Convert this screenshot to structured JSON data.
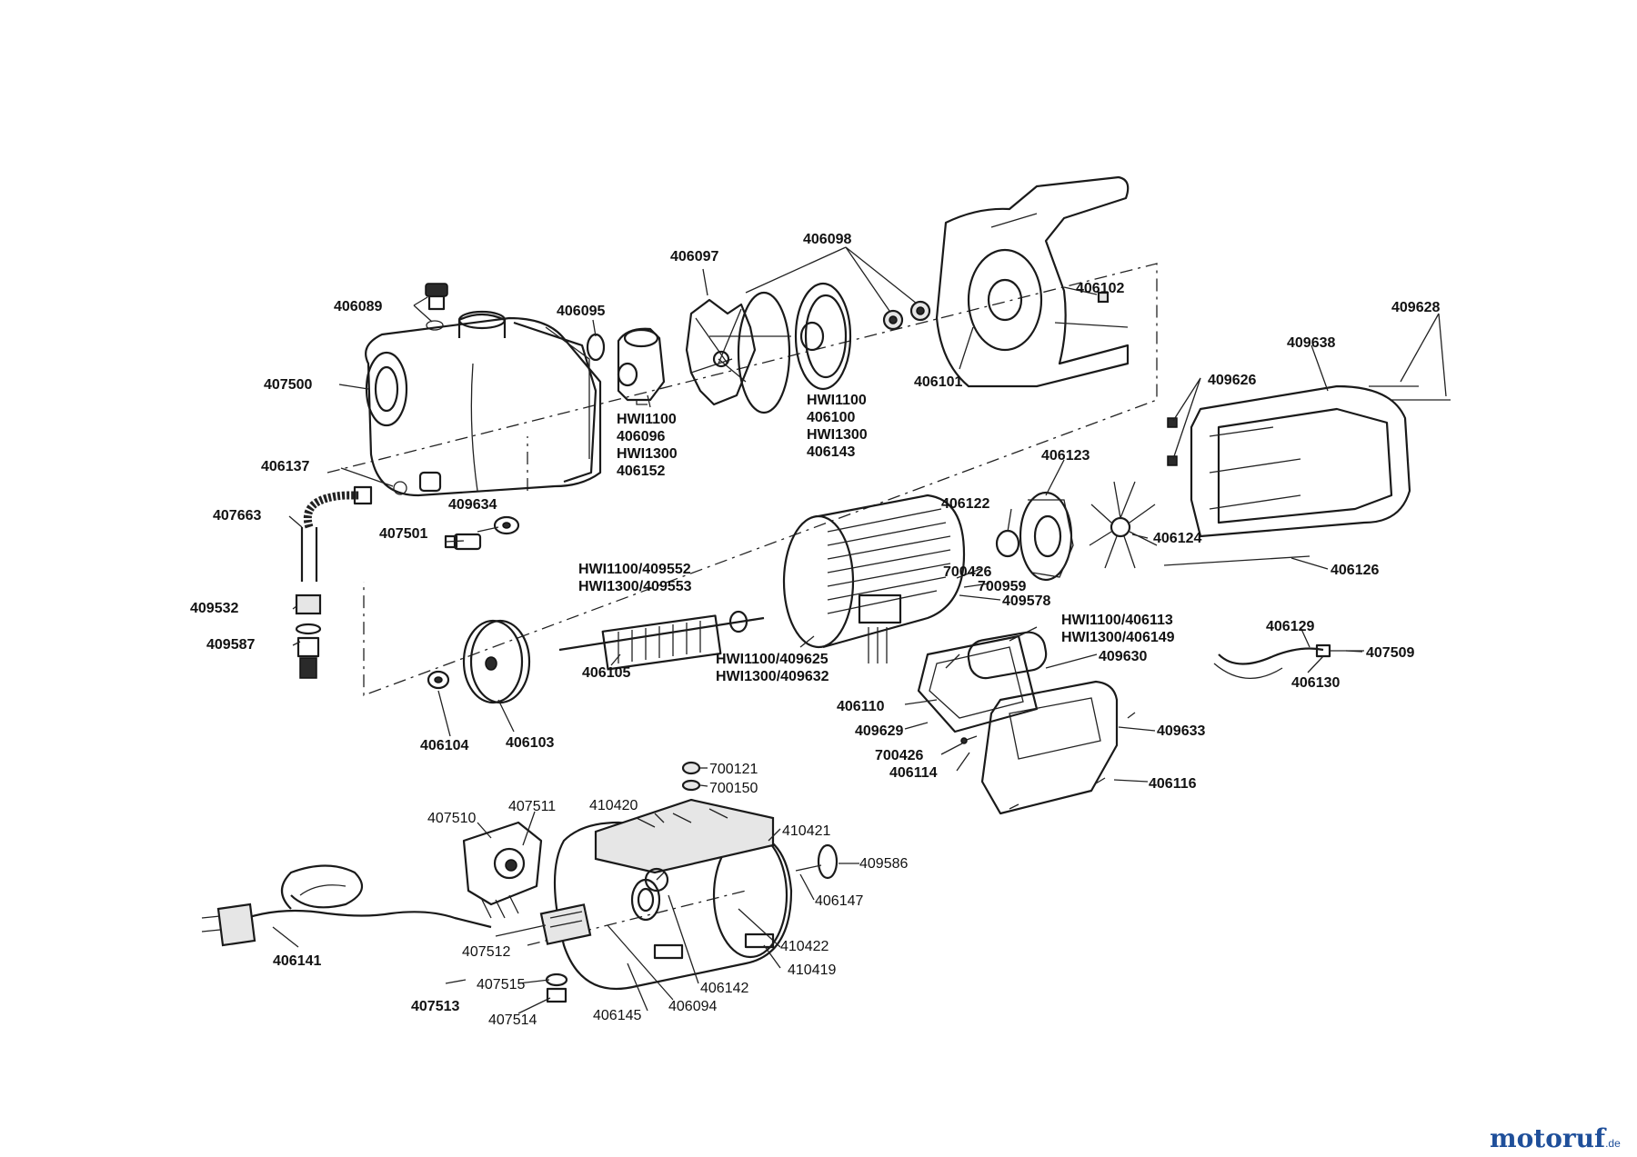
{
  "diagram": {
    "labels": [
      {
        "id": "406089",
        "text": "406089",
        "bold": true
      },
      {
        "id": "407500",
        "text": "407500",
        "bold": true
      },
      {
        "id": "406095",
        "text": "406095",
        "bold": true
      },
      {
        "id": "406097",
        "text": "406097",
        "bold": true
      },
      {
        "id": "406098",
        "text": "406098",
        "bold": true
      },
      {
        "id": "406102",
        "text": "406102",
        "bold": true
      },
      {
        "id": "406101",
        "text": "406101",
        "bold": true
      },
      {
        "id": "409628",
        "text": "409628",
        "bold": true
      },
      {
        "id": "409638",
        "text": "409638",
        "bold": true
      },
      {
        "id": "409626",
        "text": "409626",
        "bold": true
      },
      {
        "id": "hwi1100a",
        "text": "HWI1100",
        "bold": true
      },
      {
        "id": "406096",
        "text": "406096",
        "bold": true
      },
      {
        "id": "hwi1300a",
        "text": "HWI1300",
        "bold": true
      },
      {
        "id": "406152",
        "text": "406152",
        "bold": true
      },
      {
        "id": "hwi1100b",
        "text": "HWI1100",
        "bold": true
      },
      {
        "id": "406100",
        "text": "406100",
        "bold": true
      },
      {
        "id": "hwi1300b",
        "text": "HWI1300",
        "bold": true
      },
      {
        "id": "406143",
        "text": "406143",
        "bold": true
      },
      {
        "id": "406137",
        "text": "406137",
        "bold": true
      },
      {
        "id": "407663",
        "text": "407663",
        "bold": true
      },
      {
        "id": "409634",
        "text": "409634",
        "bold": true
      },
      {
        "id": "407501",
        "text": "407501",
        "bold": true
      },
      {
        "id": "406123",
        "text": "406123",
        "bold": true
      },
      {
        "id": "406122",
        "text": "406122",
        "bold": true
      },
      {
        "id": "406124",
        "text": "406124",
        "bold": true
      },
      {
        "id": "406126",
        "text": "406126",
        "bold": true
      },
      {
        "id": "hwi1100_409552",
        "text": "HWI1100/409552",
        "bold": true
      },
      {
        "id": "hwi1300_409553",
        "text": "HWI1300/409553",
        "bold": true
      },
      {
        "id": "700426a",
        "text": "700426",
        "bold": true
      },
      {
        "id": "700959",
        "text": "700959",
        "bold": true
      },
      {
        "id": "409578",
        "text": "409578",
        "bold": true
      },
      {
        "id": "409532",
        "text": "409532",
        "bold": true
      },
      {
        "id": "409587",
        "text": "409587",
        "bold": true
      },
      {
        "id": "hwi1100_406113",
        "text": "HWI1100/406113",
        "bold": true
      },
      {
        "id": "hwi1300_406149",
        "text": "HWI1300/406149",
        "bold": true
      },
      {
        "id": "406129",
        "text": "406129",
        "bold": true
      },
      {
        "id": "409630",
        "text": "409630",
        "bold": true
      },
      {
        "id": "407509",
        "text": "407509",
        "bold": true
      },
      {
        "id": "406130",
        "text": "406130",
        "bold": true
      },
      {
        "id": "406105",
        "text": "406105",
        "bold": true
      },
      {
        "id": "hwi1100_409625",
        "text": "HWI1100/409625",
        "bold": true
      },
      {
        "id": "hwi1300_409632",
        "text": "HWI1300/409632",
        "bold": true
      },
      {
        "id": "406110",
        "text": "406110",
        "bold": true
      },
      {
        "id": "409629",
        "text": "409629",
        "bold": true
      },
      {
        "id": "409633",
        "text": "409633",
        "bold": true
      },
      {
        "id": "406104",
        "text": "406104",
        "bold": true
      },
      {
        "id": "406103",
        "text": "406103",
        "bold": true
      },
      {
        "id": "700426b",
        "text": "700426",
        "bold": true
      },
      {
        "id": "406114",
        "text": "406114",
        "bold": true
      },
      {
        "id": "406116",
        "text": "406116",
        "bold": true
      },
      {
        "id": "700121",
        "text": "700121",
        "bold": false
      },
      {
        "id": "700150",
        "text": "700150",
        "bold": false
      },
      {
        "id": "407510",
        "text": "407510",
        "bold": false
      },
      {
        "id": "407511",
        "text": "407511",
        "bold": false
      },
      {
        "id": "410420",
        "text": "410420",
        "bold": false
      },
      {
        "id": "410421",
        "text": "410421",
        "bold": false
      },
      {
        "id": "409586",
        "text": "409586",
        "bold": false
      },
      {
        "id": "406147",
        "text": "406147",
        "bold": false
      },
      {
        "id": "406141",
        "text": "406141",
        "bold": true
      },
      {
        "id": "407512",
        "text": "407512",
        "bold": false
      },
      {
        "id": "410422",
        "text": "410422",
        "bold": false
      },
      {
        "id": "410419",
        "text": "410419",
        "bold": false
      },
      {
        "id": "406142",
        "text": "406142",
        "bold": false
      },
      {
        "id": "407515",
        "text": "407515",
        "bold": false
      },
      {
        "id": "407513",
        "text": "407513",
        "bold": true
      },
      {
        "id": "407514",
        "text": "407514",
        "bold": false
      },
      {
        "id": "406145",
        "text": "406145",
        "bold": false
      },
      {
        "id": "406094",
        "text": "406094",
        "bold": false
      }
    ]
  },
  "watermark": {
    "brand_main": "motoruf",
    "brand_tld": ".de"
  }
}
